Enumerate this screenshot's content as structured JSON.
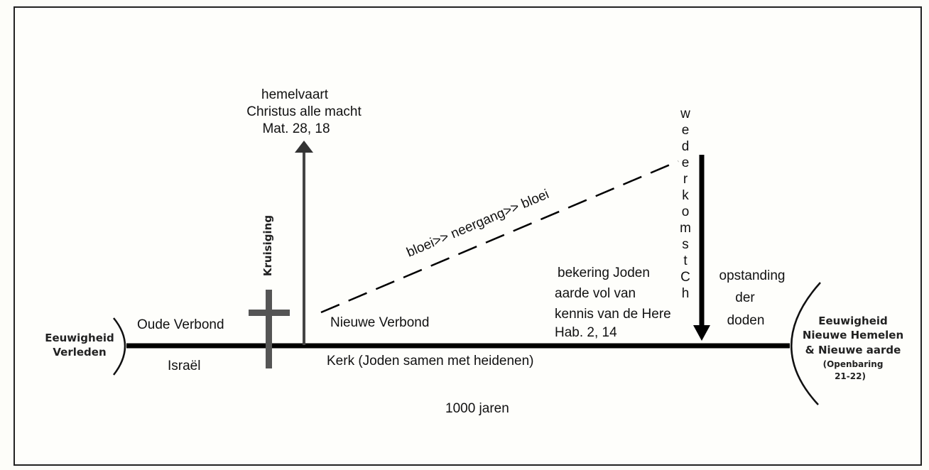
{
  "title_block": {
    "ascension": [
      "hemelvaart",
      "Christus alle macht",
      "Mat. 28, 18"
    ]
  },
  "labels": {
    "crucifixion": "Kruisiging",
    "old_covenant": "Oude Verbond",
    "israel": "Israël",
    "new_covenant": "Nieuwe Verbond",
    "church": "Kerk (Joden samen met heidenen)",
    "thousand_years": "1000 jaren",
    "bloom_decline": "bloei>> neergang>> bloei",
    "conversion": [
      "bekering Joden",
      "aarde vol van",
      "kennis van de Here",
      "Hab. 2, 14"
    ],
    "resurrection": [
      "opstanding",
      "der",
      "doden"
    ],
    "second_coming_letters": [
      "w",
      "e",
      "d",
      "e",
      "r",
      "k",
      "o",
      "m",
      "s",
      "t",
      "C",
      "h"
    ]
  },
  "eternity_past": [
    "Eeuwigheid",
    "Verleden"
  ],
  "eternity_future": [
    "Eeuwigheid",
    "Nieuwe Hemelen",
    "& Nieuwe aarde",
    "(Openbaring",
    "21-22)"
  ]
}
